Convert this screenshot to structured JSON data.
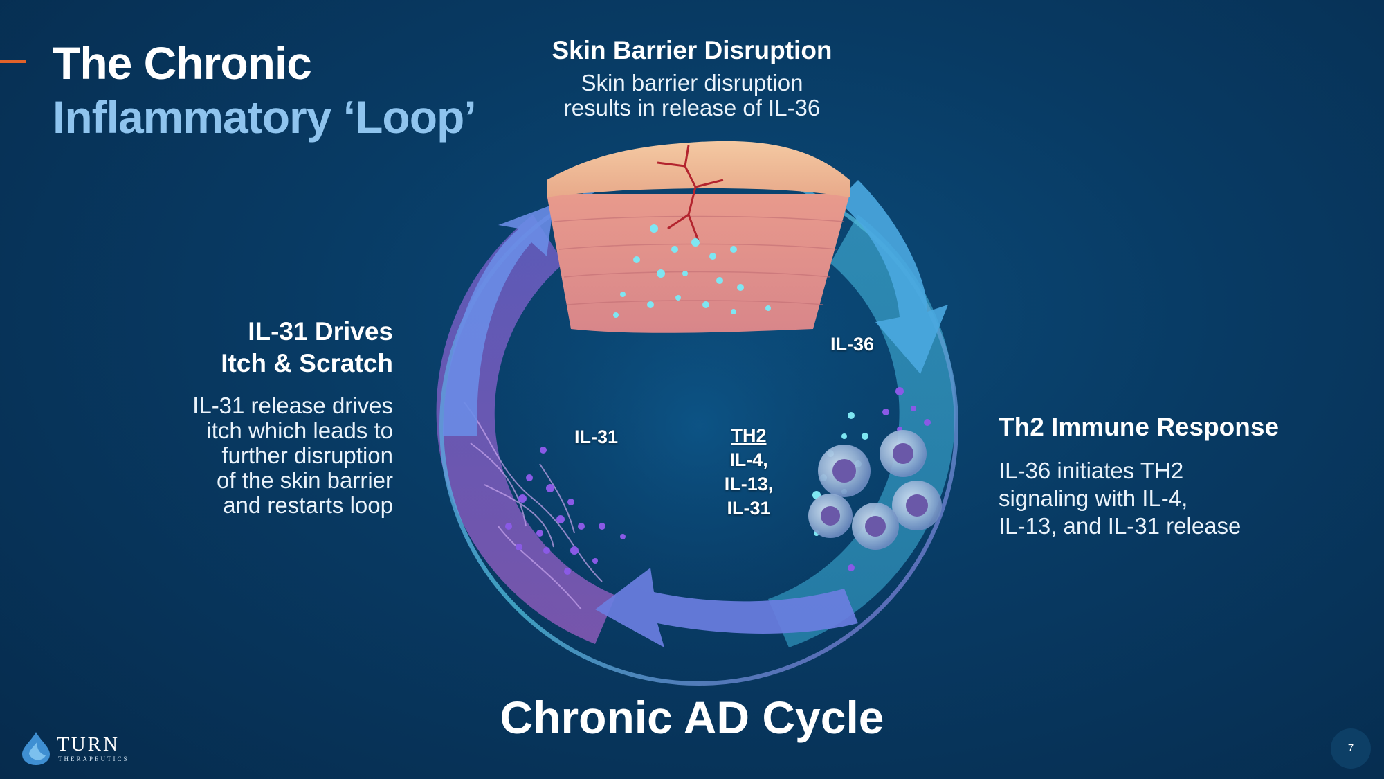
{
  "title": {
    "line1": "The Chronic",
    "line2": "Inflammatory ‘Loop’"
  },
  "top": {
    "heading": "Skin Barrier Disruption",
    "body_line1": "Skin barrier disruption",
    "body_line2": "results in release of IL-36"
  },
  "left": {
    "heading_line1": "IL-31 Drives",
    "heading_line2": "Itch & Scratch",
    "body_lines": [
      "IL-31 release drives",
      "itch which leads to",
      "further disruption",
      "of the skin barrier",
      "and restarts loop"
    ]
  },
  "right": {
    "heading": "Th2 Immune Response",
    "body_lines": [
      "IL-36 initiates TH2",
      "signaling with IL-4,",
      "IL-13, and IL-31 release"
    ]
  },
  "diagram": {
    "il36": "IL-36",
    "il31": "IL-31",
    "th2_lines": [
      "TH2",
      "IL-4,",
      "IL-13,",
      "IL-31"
    ]
  },
  "cycle_title": "Chronic AD Cycle",
  "logo": {
    "name": "TURN",
    "sub": "THERAPEUTICS"
  },
  "page_number": "7",
  "colors": {
    "accent": "#e0622a",
    "title_highlight": "#8fc4ee",
    "background": "#083a63"
  }
}
